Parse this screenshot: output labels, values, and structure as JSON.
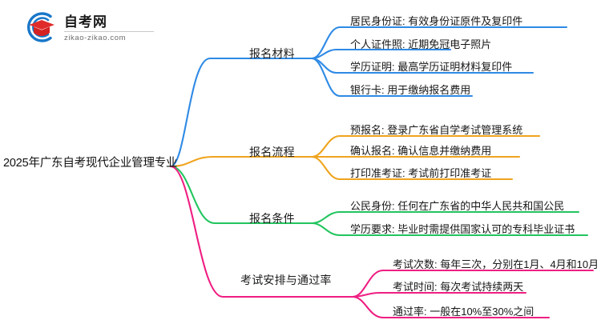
{
  "logo": {
    "name_cn": "自考网",
    "domain": "zikao-zikao.com",
    "mark_icon": "graduation-cap-in-circle-logo",
    "circle_color": "#1877c9",
    "cap_color": "#e02b2b"
  },
  "mindmap": {
    "root": {
      "label": "2025年广东自考现代企业管理专业"
    },
    "branches": [
      {
        "label": "报名材料",
        "color": "#2e8ae5",
        "children": [
          {
            "label": "居民身份证: 有效身份证原件及复印件"
          },
          {
            "label": "个人证件照: 近期免冠电子照片"
          },
          {
            "label": "学历证明: 最高学历证明材料复印件"
          },
          {
            "label": "银行卡: 用于缴纳报名费用"
          }
        ]
      },
      {
        "label": "报名流程",
        "color": "#efa41e",
        "children": [
          {
            "label": "预报名: 登录广东省自学考试管理系统"
          },
          {
            "label": "确认报名: 确认信息并缴纳费用"
          },
          {
            "label": "打印准考证: 考试前打印准考证"
          }
        ]
      },
      {
        "label": "报名条件",
        "color": "#22c55e",
        "children": [
          {
            "label": "公民身份: 任何在广东省的中华人民共和国公民"
          },
          {
            "label": "学历要求: 毕业时需提供国家认可的专科毕业证书"
          }
        ]
      },
      {
        "label": "考试安排与通过率",
        "color": "#ef1e82",
        "children": [
          {
            "label": "考试次数: 每年三次，分别在1月、4月和10月"
          },
          {
            "label": "考试时间: 每次考试持续两天"
          },
          {
            "label": "通过率: 一般在10%至30%之间"
          }
        ]
      }
    ]
  }
}
